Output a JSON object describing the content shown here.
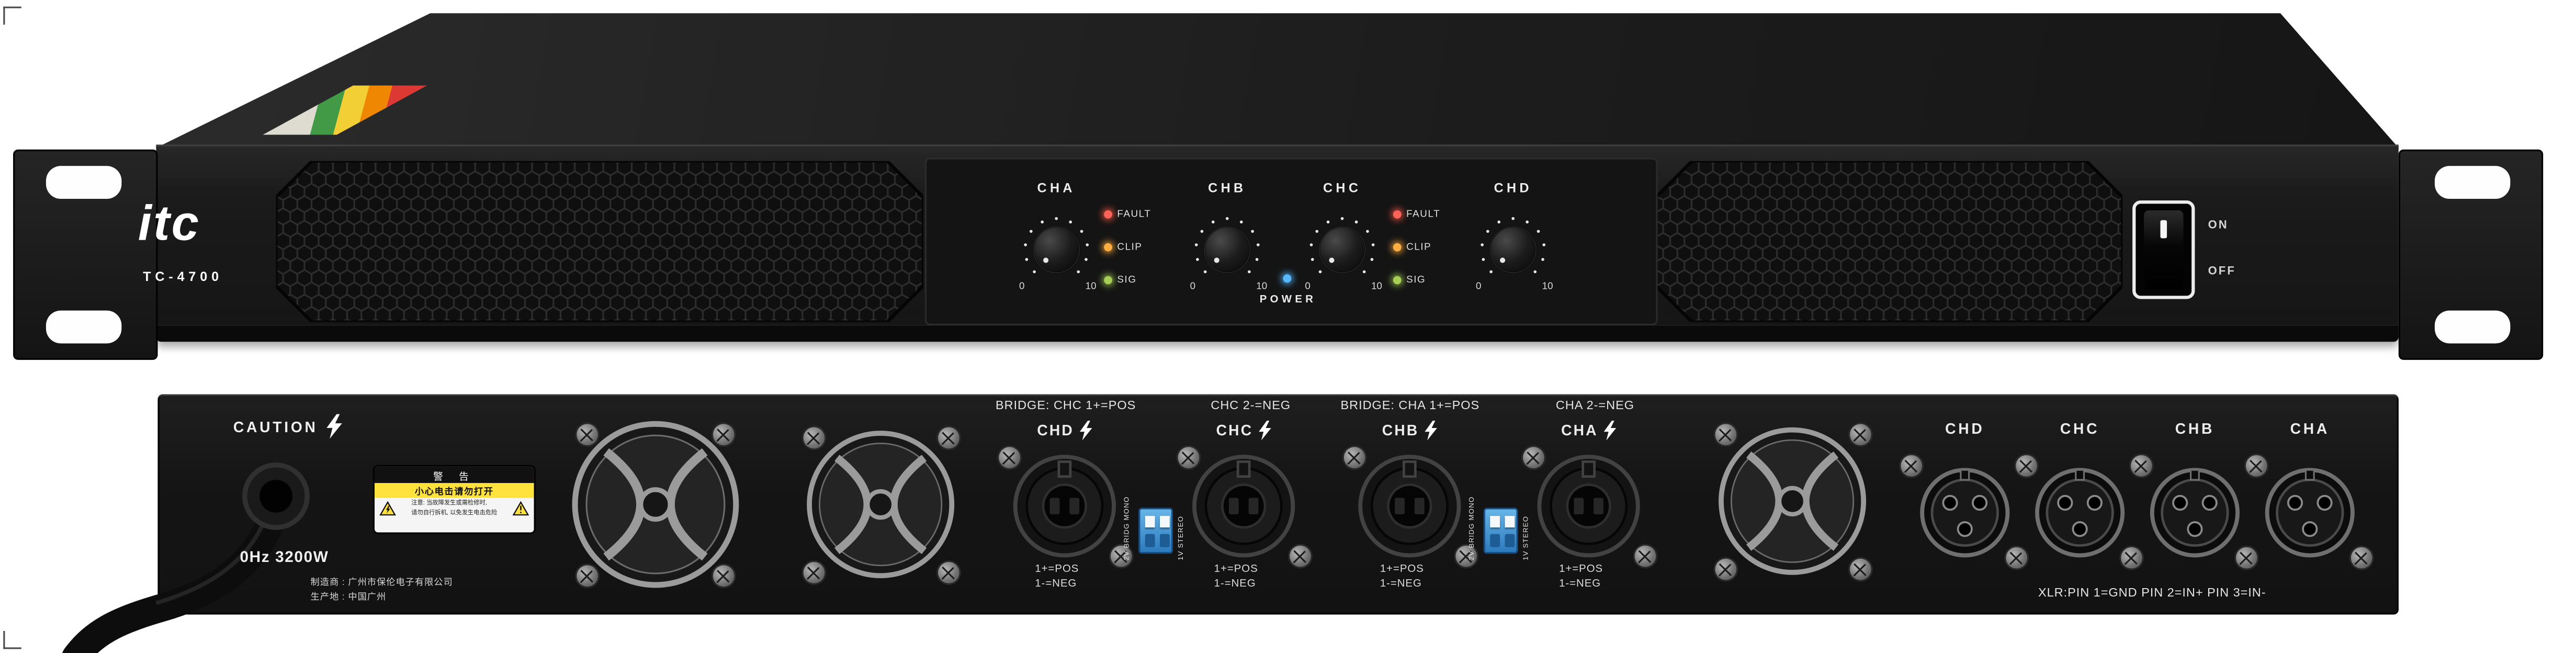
{
  "front_panel": {
    "brand": "itc",
    "model": "TC-4700",
    "channels": [
      {
        "label": "CHA",
        "scale_min": "0",
        "scale_max": "10"
      },
      {
        "label": "CHB",
        "scale_min": "0",
        "scale_max": "10"
      },
      {
        "label": "CHC",
        "scale_min": "0",
        "scale_max": "10"
      },
      {
        "label": "CHD",
        "scale_min": "0",
        "scale_max": "10"
      }
    ],
    "led_labels": [
      "FAULT",
      "CLIP",
      "SIG"
    ],
    "led_colors": {
      "fault": "#ff6257",
      "clip": "#ffac42",
      "sig": "#a7cf56",
      "power": "#58b9ff"
    },
    "power_label": "POWER",
    "power_switch": {
      "on": "ON",
      "off": "OFF"
    }
  },
  "rear_panel": {
    "caution_label": "CAUTION",
    "warning_sticker": {
      "title": "警 告",
      "subtitle": "小心电击请勿打开",
      "note_line1": "注意: 当故障发生或需检修时,",
      "note_line2": "请勿自行拆机, 以免发生电击危险"
    },
    "power_rating": "0Hz 3200W",
    "manufacturer_line1": "制造商 : 广州市保伦电子有限公司",
    "manufacturer_line2": "生产地 : 中国广州",
    "bridge_left_part1": "BRIDGE: CHC 1+=POS",
    "bridge_left_part2": "CHC 2-=NEG",
    "bridge_right_part1": "BRIDGE: CHA 1+=POS",
    "bridge_right_part2": "CHA 2-=NEG",
    "speakon_channels": [
      "CHD",
      "CHC",
      "CHB",
      "CHA"
    ],
    "speakon_pin_pos": "1+=POS",
    "speakon_pin_neg": "1-=NEG",
    "dip_label_bridge": "2V BRIDG MONO",
    "dip_label_stereo": "1V STEREO",
    "xlr_channels": [
      "CHD",
      "CHC",
      "CHB",
      "CHA"
    ],
    "xlr_pin_note": "XLR:PIN 1=GND PIN 2=IN+ PIN 3=IN-"
  }
}
